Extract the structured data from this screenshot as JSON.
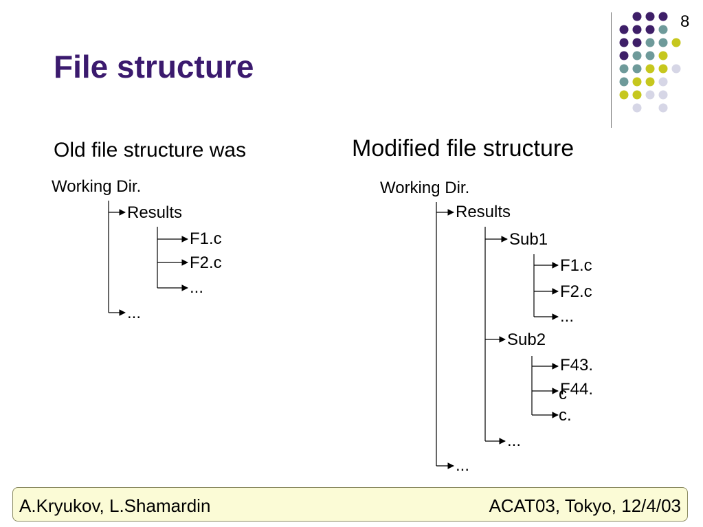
{
  "slide": {
    "title": "File structure",
    "page_number": "8"
  },
  "decoration": {
    "dot_colors": {
      "purple": "#3e1f68",
      "teal": "#6e9a9a",
      "yellow": "#c6c71e",
      "lavender": "#d6d6e6"
    },
    "dot_icon": "dot-grid-icon"
  },
  "left_column": {
    "heading": "Old file structure was",
    "tree": {
      "root": "Working Dir.",
      "results": "Results",
      "f1": "F1.c",
      "f2": "F2.c",
      "ellipsis_inner": "...",
      "ellipsis_outer": "..."
    }
  },
  "right_column": {
    "heading": "Modified file structure",
    "tree": {
      "root": "Working Dir.",
      "results": "Results",
      "sub1": "Sub1",
      "sub1_f1": "F1.c",
      "sub1_f2": "F2.c",
      "sub1_ellipsis": "...",
      "sub2": "Sub2",
      "sub2_f43_a": "F43.",
      "sub2_f43_b": "c",
      "sub2_f44_a": "F44.",
      "sub2_f44_b": "c.",
      "results_ellipsis": "...",
      "root_ellipsis": "..."
    }
  },
  "footer": {
    "authors": "A.Kryukov, L.Shamardin",
    "conference": "ACAT03, Tokyo, 12/4/03"
  }
}
